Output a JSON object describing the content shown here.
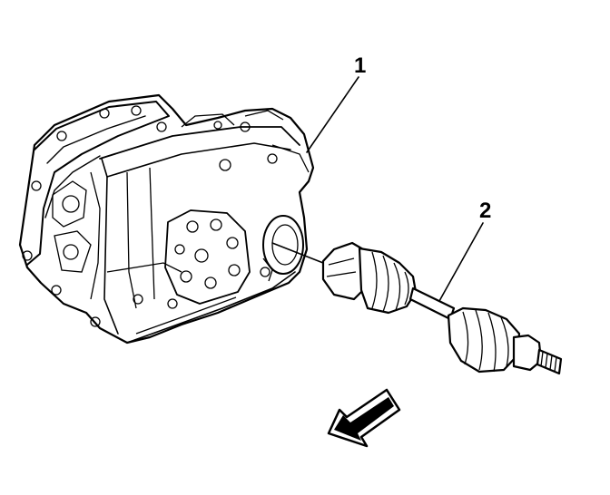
{
  "callouts": [
    {
      "id": "transaxle",
      "label": "1"
    },
    {
      "id": "drive-axle",
      "label": "2"
    }
  ],
  "icons": {
    "direction_arrow": "arrow-down-left-icon",
    "transaxle": "transaxle-assembly-icon",
    "drive_axle": "drive-axle-shaft-icon"
  },
  "colors": {
    "ink": "#000000",
    "paper": "#ffffff"
  }
}
